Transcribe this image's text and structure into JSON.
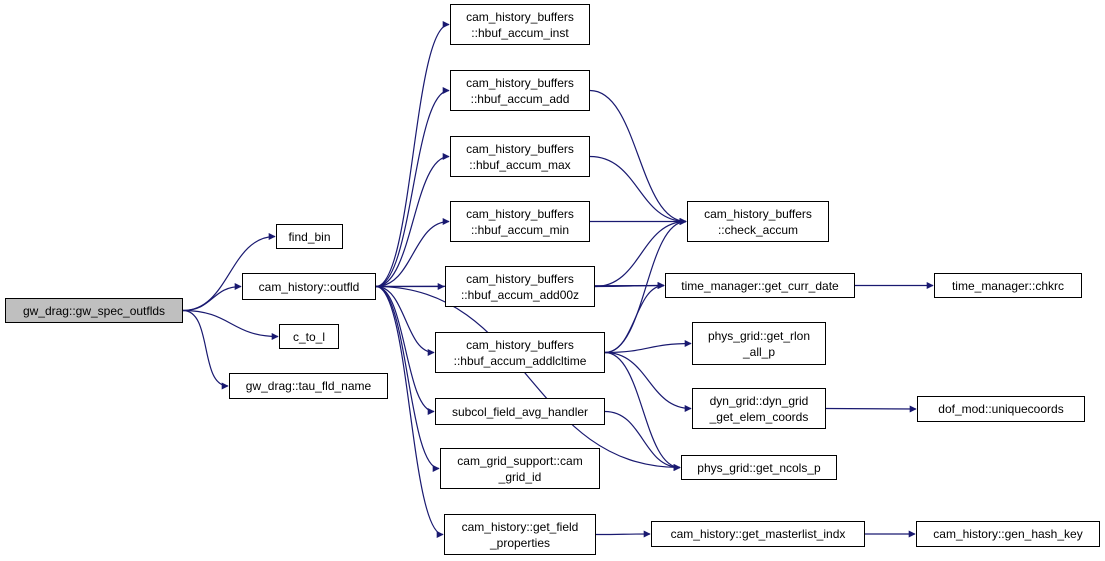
{
  "diagram": {
    "nodes": [
      {
        "id": "gw_spec_outflds",
        "lines": [
          "gw_drag::gw_spec_outflds"
        ]
      },
      {
        "id": "find_bin",
        "lines": [
          "find_bin"
        ]
      },
      {
        "id": "outfld",
        "lines": [
          "cam_history::outfld"
        ]
      },
      {
        "id": "c_to_l",
        "lines": [
          "c_to_l"
        ]
      },
      {
        "id": "tau_fld_name",
        "lines": [
          "gw_drag::tau_fld_name"
        ]
      },
      {
        "id": "hbuf_accum_inst",
        "lines": [
          "cam_history_buffers",
          "::hbuf_accum_inst"
        ]
      },
      {
        "id": "hbuf_accum_add",
        "lines": [
          "cam_history_buffers",
          "::hbuf_accum_add"
        ]
      },
      {
        "id": "hbuf_accum_max",
        "lines": [
          "cam_history_buffers",
          "::hbuf_accum_max"
        ]
      },
      {
        "id": "hbuf_accum_min",
        "lines": [
          "cam_history_buffers",
          "::hbuf_accum_min"
        ]
      },
      {
        "id": "hbuf_accum_add00z",
        "lines": [
          "cam_history_buffers",
          "::hbuf_accum_add00z"
        ]
      },
      {
        "id": "hbuf_accum_addlcltime",
        "lines": [
          "cam_history_buffers",
          "::hbuf_accum_addlcltime"
        ]
      },
      {
        "id": "subcol_field_avg_handler",
        "lines": [
          "subcol_field_avg_handler"
        ]
      },
      {
        "id": "cam_grid_id",
        "lines": [
          "cam_grid_support::cam",
          "_grid_id"
        ]
      },
      {
        "id": "get_field_properties",
        "lines": [
          "cam_history::get_field",
          "_properties"
        ]
      },
      {
        "id": "check_accum",
        "lines": [
          "cam_history_buffers",
          "::check_accum"
        ]
      },
      {
        "id": "get_curr_date",
        "lines": [
          "time_manager::get_curr_date"
        ]
      },
      {
        "id": "get_rlon_all_p",
        "lines": [
          "phys_grid::get_rlon",
          "_all_p"
        ]
      },
      {
        "id": "dyn_grid_get_elem_coords",
        "lines": [
          "dyn_grid::dyn_grid",
          "_get_elem_coords"
        ]
      },
      {
        "id": "get_ncols_p",
        "lines": [
          "phys_grid::get_ncols_p"
        ]
      },
      {
        "id": "get_masterlist_indx",
        "lines": [
          "cam_history::get_masterlist_indx"
        ]
      },
      {
        "id": "chkrc",
        "lines": [
          "time_manager::chkrc"
        ]
      },
      {
        "id": "uniquecoords",
        "lines": [
          "dof_mod::uniquecoords"
        ]
      },
      {
        "id": "gen_hash_key",
        "lines": [
          "cam_history::gen_hash_key"
        ]
      }
    ],
    "edges": [
      [
        "gw_spec_outflds",
        "find_bin"
      ],
      [
        "gw_spec_outflds",
        "outfld"
      ],
      [
        "gw_spec_outflds",
        "c_to_l"
      ],
      [
        "gw_spec_outflds",
        "tau_fld_name"
      ],
      [
        "outfld",
        "hbuf_accum_inst"
      ],
      [
        "outfld",
        "hbuf_accum_add"
      ],
      [
        "outfld",
        "hbuf_accum_max"
      ],
      [
        "outfld",
        "hbuf_accum_min"
      ],
      [
        "outfld",
        "hbuf_accum_add00z"
      ],
      [
        "outfld",
        "hbuf_accum_addlcltime"
      ],
      [
        "outfld",
        "subcol_field_avg_handler"
      ],
      [
        "outfld",
        "cam_grid_id"
      ],
      [
        "outfld",
        "get_field_properties"
      ],
      [
        "outfld",
        "get_curr_date"
      ],
      [
        "outfld",
        "get_ncols_p"
      ],
      [
        "hbuf_accum_add",
        "check_accum"
      ],
      [
        "hbuf_accum_max",
        "check_accum"
      ],
      [
        "hbuf_accum_min",
        "check_accum"
      ],
      [
        "hbuf_accum_add00z",
        "check_accum"
      ],
      [
        "hbuf_accum_add00z",
        "get_curr_date"
      ],
      [
        "hbuf_accum_addlcltime",
        "check_accum"
      ],
      [
        "hbuf_accum_addlcltime",
        "get_curr_date"
      ],
      [
        "hbuf_accum_addlcltime",
        "get_rlon_all_p"
      ],
      [
        "hbuf_accum_addlcltime",
        "dyn_grid_get_elem_coords"
      ],
      [
        "hbuf_accum_addlcltime",
        "get_ncols_p"
      ],
      [
        "subcol_field_avg_handler",
        "get_ncols_p"
      ],
      [
        "get_field_properties",
        "get_masterlist_indx"
      ],
      [
        "get_curr_date",
        "chkrc"
      ],
      [
        "dyn_grid_get_elem_coords",
        "uniquecoords"
      ],
      [
        "get_masterlist_indx",
        "gen_hash_key"
      ]
    ],
    "colors": {
      "edge": "#191970",
      "root_fill": "#bfbfbf",
      "node_fill": "#ffffff",
      "border": "#000000"
    }
  }
}
